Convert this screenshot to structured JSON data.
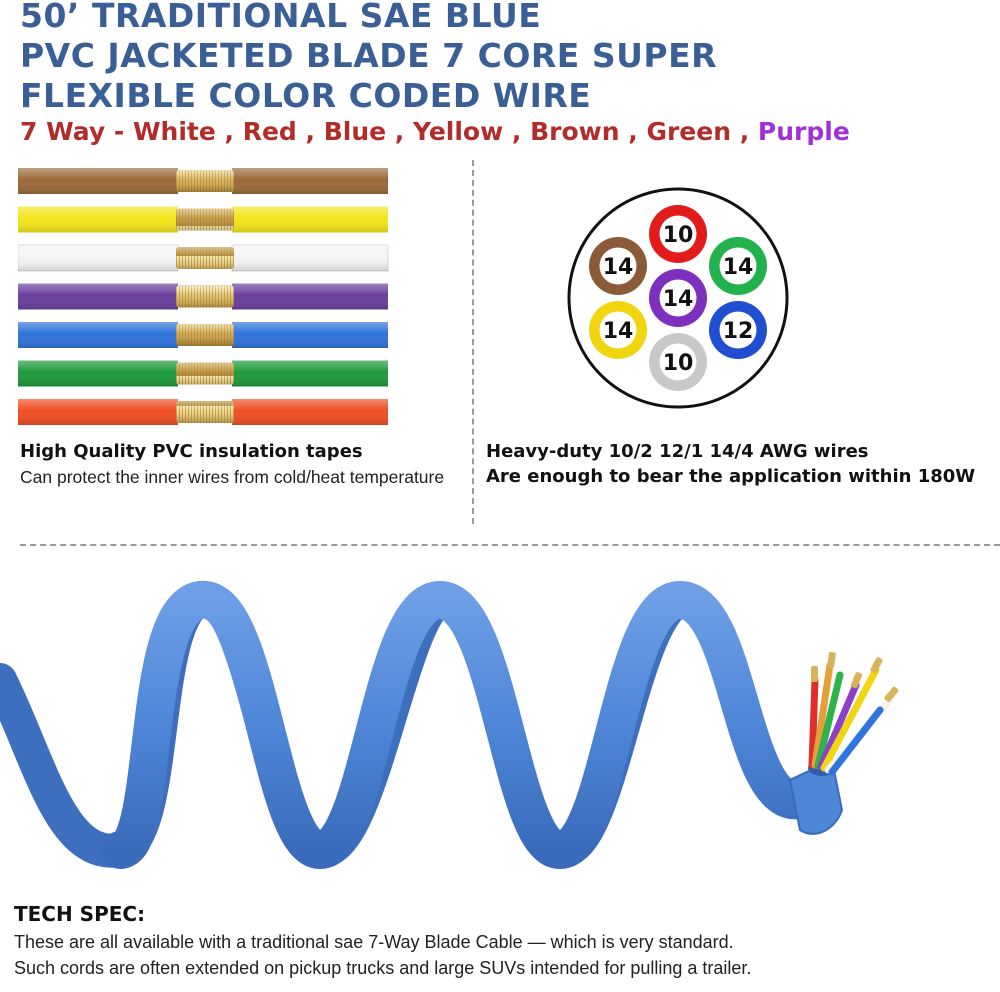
{
  "title": {
    "line1": "50’ TRADITIONAL SAE BLUE",
    "line2": "PVC JACKETED BLADE 7 CORE SUPER",
    "line3": "FLEXIBLE COLOR CODED WIRE"
  },
  "subtitle": {
    "prefix": "7 Way - White , Red , Blue , Yellow , Brown , Green , ",
    "highlight": "Purple"
  },
  "colors": {
    "title": "#3a5f96",
    "subtitle": "#b22d2a",
    "highlight": "#a230d8",
    "cable_blue": "#4f86d8"
  },
  "wires": [
    {
      "name": "brown-wire",
      "color": "#9c6a3a"
    },
    {
      "name": "yellow-wire",
      "color": "#f2e51a"
    },
    {
      "name": "white-wire",
      "color": "#f4f4f4"
    },
    {
      "name": "purple-wire",
      "color": "#6b3f9e"
    },
    {
      "name": "blue-wire",
      "color": "#2f74dc"
    },
    {
      "name": "green-wire",
      "color": "#1e9a3a"
    },
    {
      "name": "red-wire",
      "color": "#f04e23"
    }
  ],
  "left_caption": {
    "title": "High Quality PVC insulation tapes",
    "body": "Can protect the inner wires from cold/heat temperature"
  },
  "right_caption": {
    "title": "Heavy-duty 10/2 12/1 14/4 AWG wires",
    "body": "Are enough to bear the application within 180W"
  },
  "connector_pins": [
    {
      "label": "10",
      "color": "#e21b1b"
    },
    {
      "label": "14",
      "color": "#8b5a36"
    },
    {
      "label": "14",
      "color": "#22b14c"
    },
    {
      "label": "14",
      "color": "#7d2fbd"
    },
    {
      "label": "14",
      "color": "#f1d60f"
    },
    {
      "label": "12",
      "color": "#1f4ed0"
    },
    {
      "label": "10",
      "color": "#c8c8c8"
    }
  ],
  "tech_spec": {
    "title": "TECH SPEC:",
    "line1": "These are all available with a traditional sae 7-Way Blade Cable — which is very standard.",
    "line2": "Such cords are often extended on pickup trucks and large SUVs intended for pulling a trailer."
  }
}
